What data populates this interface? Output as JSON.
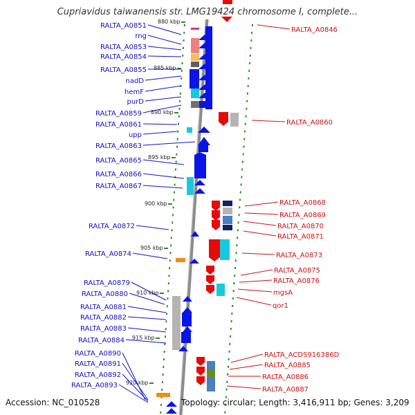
{
  "title": "Cupriavidus taiwanensis str. LMG19424 chromosome I, complete...",
  "footer": {
    "accession": "Accession: NC_010528",
    "stats": "Topology: circular; Length: 3,416,911 bp; Genes: 3,209"
  },
  "colors": {
    "left_label": "#1010c8",
    "right_label": "#cc1010",
    "forward_gene": "#0a14e6",
    "reverse_gene": "#e60a0a",
    "tick": "#2e8b22",
    "backbone": "#8c8c8c",
    "gray_feature": "#b4b4b4",
    "cyan_feature": "#17c9e0"
  },
  "ruler": [
    {
      "label": "880 kbp"
    },
    {
      "label": "885 kbp"
    },
    {
      "label": "890 kbp"
    },
    {
      "label": "895 kbp"
    },
    {
      "label": "900 kbp"
    },
    {
      "label": "905 kbp"
    },
    {
      "label": "910 kbp"
    },
    {
      "label": "915 kbp"
    },
    {
      "label": "920 kbp"
    }
  ],
  "left_labels": [
    {
      "text": "RALTA_A0851"
    },
    {
      "text": "rng"
    },
    {
      "text": "RALTA_A0853"
    },
    {
      "text": "RALTA_A0854"
    },
    {
      "text": "RALTA_A0855"
    },
    {
      "text": "nadD"
    },
    {
      "text": "hemF"
    },
    {
      "text": "purD"
    },
    {
      "text": "RALTA_A0859"
    },
    {
      "text": "RALTA_A0861"
    },
    {
      "text": "upp"
    },
    {
      "text": "RALTA_A0863"
    },
    {
      "text": "RALTA_A0865"
    },
    {
      "text": "RALTA_A0866"
    },
    {
      "text": "RALTA_A0867"
    },
    {
      "text": "RALTA_A0872"
    },
    {
      "text": "RALTA_A0874"
    },
    {
      "text": "RALTA_A0879"
    },
    {
      "text": "RALTA_A0880"
    },
    {
      "text": "RALTA_A0881"
    },
    {
      "text": "RALTA_A0882"
    },
    {
      "text": "RALTA_A0883"
    },
    {
      "text": "RALTA_A0884"
    },
    {
      "text": "RALTA_A0890"
    },
    {
      "text": "RALTA_A0891"
    },
    {
      "text": "RALTA_A0892"
    },
    {
      "text": "RALTA_A0893"
    }
  ],
  "right_labels": [
    {
      "text": "RALTA_A0846"
    },
    {
      "text": "RALTA_A0860"
    },
    {
      "text": "RALTA_A0868"
    },
    {
      "text": "RALTA_A0869"
    },
    {
      "text": "RALTA_A0870"
    },
    {
      "text": "RALTA_A0871"
    },
    {
      "text": "RALTA_A0873"
    },
    {
      "text": "RALTA_A0875"
    },
    {
      "text": "RALTA_A0876"
    },
    {
      "text": "mgsA"
    },
    {
      "text": "qor1"
    },
    {
      "text": "RALTA_ACDS916386D"
    },
    {
      "text": "RALTA_A0885"
    },
    {
      "text": "RALTA_A0886"
    },
    {
      "text": "RALTA_A0887"
    }
  ]
}
